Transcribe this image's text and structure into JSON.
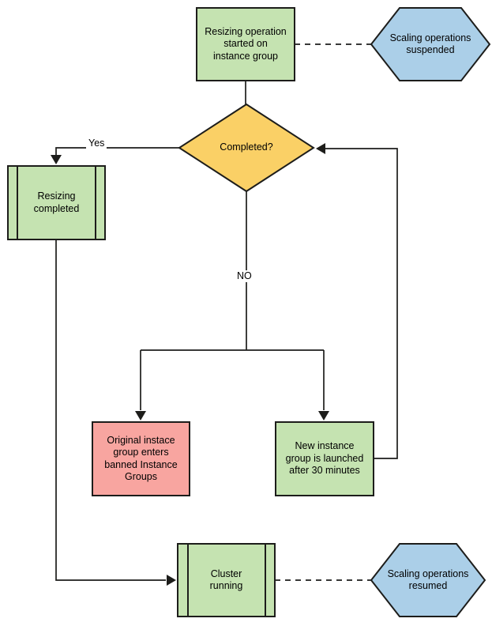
{
  "nodes": {
    "start": {
      "label": "Resizing operation\nstarted on\ninstance group",
      "shape": "process-rectangle"
    },
    "suspended": {
      "label": "Scaling operations\nsuspended",
      "shape": "hexagon"
    },
    "decision": {
      "label": "Completed?",
      "shape": "diamond"
    },
    "resizing_completed": {
      "label": "Resizing\ncompleted",
      "shape": "predefined-process"
    },
    "banned_group": {
      "label": "Original instace\ngroup enters\nbanned Instance\nGroups",
      "shape": "process-rectangle"
    },
    "new_group": {
      "label": "New instance\ngroup is launched\nafter 30 minutes",
      "shape": "process-rectangle"
    },
    "cluster_running": {
      "label": "Cluster\nrunning",
      "shape": "predefined-process"
    },
    "resumed": {
      "label": "Scaling operations\nresumed",
      "shape": "hexagon"
    }
  },
  "edge_labels": {
    "yes": "Yes",
    "no": "NO"
  },
  "colors": {
    "process_green": "#c5e3b1",
    "alert_red": "#f8a5a0",
    "decision_yellow": "#fad066",
    "terminal_blue": "#abcfe8",
    "stroke": "#1d1d1b"
  }
}
